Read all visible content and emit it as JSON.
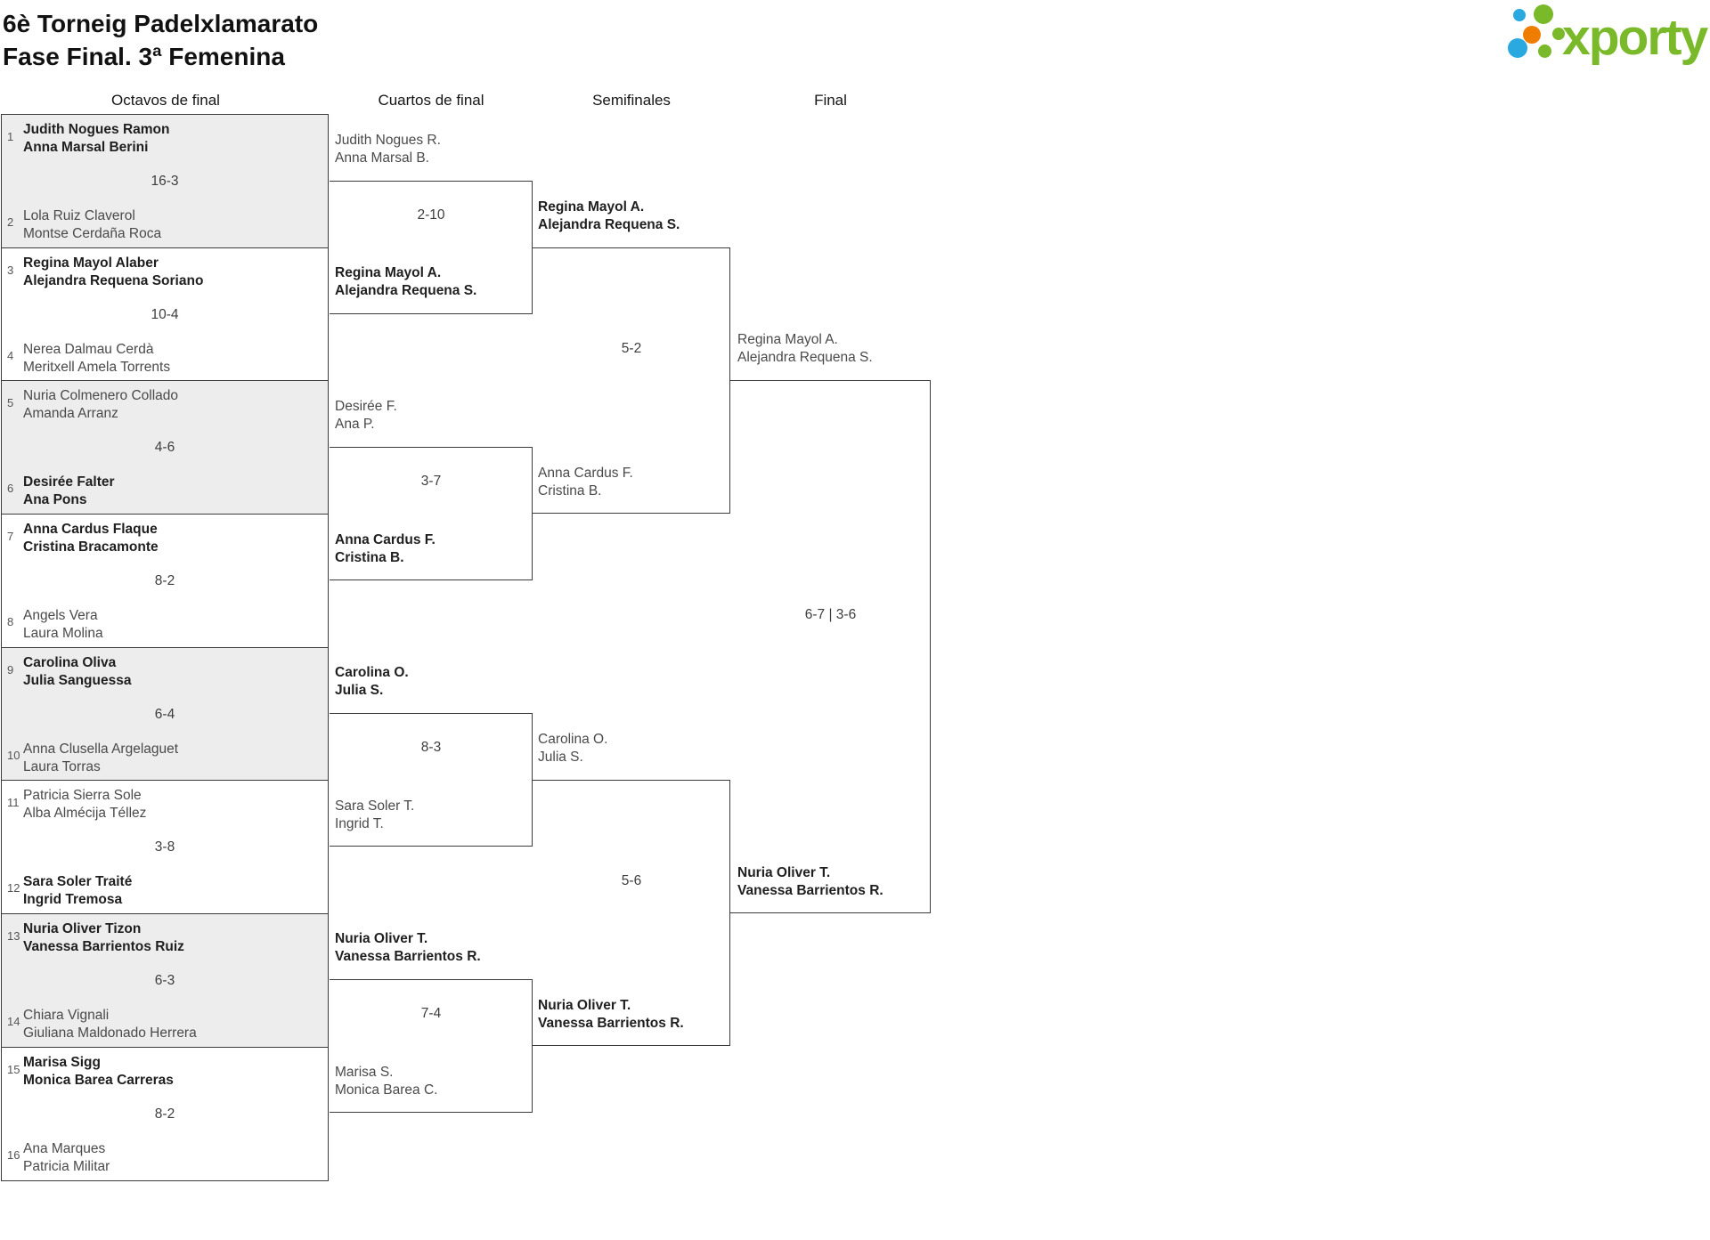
{
  "title": {
    "line1": "6è Torneig Padelxlamarato",
    "line2": "Fase Final. 3ª Femenina"
  },
  "logo": {
    "text": "xporty"
  },
  "colors": {
    "brand_green": "#7ab929",
    "brand_blue": "#2aa9e0",
    "brand_orange": "#ef7d00",
    "line": "#3b3b3b",
    "match_alt_bg": "#ededed",
    "winner_text": "#1f1f1f",
    "loser_text": "#4a4a4a"
  },
  "columns": [
    {
      "label": "Octavos de final"
    },
    {
      "label": "Cuartos de final"
    },
    {
      "label": "Semifinales"
    },
    {
      "label": "Final"
    }
  ],
  "r16": [
    {
      "seed1": "1",
      "t1a": "Judith Nogues Ramon",
      "t1b": "Anna Marsal Berini",
      "seed2": "2",
      "t2a": "Lola Ruiz Claverol",
      "t2b": "Montse Cerdaña Roca",
      "score": "16-3",
      "winner": 1
    },
    {
      "seed1": "3",
      "t1a": "Regina Mayol Alaber",
      "t1b": "Alejandra Requena Soriano",
      "seed2": "4",
      "t2a": "Nerea Dalmau Cerdà",
      "t2b": "Meritxell Amela Torrents",
      "score": "10-4",
      "winner": 1
    },
    {
      "seed1": "5",
      "t1a": "Nuria Colmenero Collado",
      "t1b": "Amanda Arranz",
      "seed2": "6",
      "t2a": "Desirée Falter",
      "t2b": "Ana Pons",
      "score": "4-6",
      "winner": 2
    },
    {
      "seed1": "7",
      "t1a": "Anna Cardus Flaque",
      "t1b": "Cristina Bracamonte",
      "seed2": "8",
      "t2a": "Angels Vera",
      "t2b": "Laura Molina",
      "score": "8-2",
      "winner": 1
    },
    {
      "seed1": "9",
      "t1a": "Carolina Oliva",
      "t1b": "Julia Sanguessa",
      "seed2": "10",
      "t2a": "Anna Clusella Argelaguet",
      "t2b": "Laura Torras",
      "score": "6-4",
      "winner": 1
    },
    {
      "seed1": "11",
      "t1a": "Patricia Sierra Sole",
      "t1b": "Alba Almécija Téllez",
      "seed2": "12",
      "t2a": "Sara Soler Traité",
      "t2b": "Ingrid Tremosa",
      "score": "3-8",
      "winner": 2
    },
    {
      "seed1": "13",
      "t1a": "Nuria Oliver Tizon",
      "t1b": "Vanessa Barrientos Ruiz",
      "seed2": "14",
      "t2a": "Chiara Vignali",
      "t2b": "Giuliana Maldonado Herrera",
      "score": "6-3",
      "winner": 1
    },
    {
      "seed1": "15",
      "t1a": "Marisa Sigg",
      "t1b": "Monica Barea Carreras",
      "seed2": "16",
      "t2a": "Ana Marques",
      "t2b": "Patricia Militar",
      "score": "8-2",
      "winner": 1
    }
  ],
  "quarterfinals": [
    {
      "t1a": "Judith Nogues R.",
      "t1b": "Anna Marsal B.",
      "t2a": "Regina Mayol A.",
      "t2b": "Alejandra Requena S.",
      "score": "2-10",
      "winner": 2
    },
    {
      "t1a": "Desirée F.",
      "t1b": "Ana P.",
      "t2a": "Anna Cardus F.",
      "t2b": "Cristina B.",
      "score": "3-7",
      "winner": 2
    },
    {
      "t1a": "Carolina O.",
      "t1b": "Julia S.",
      "t2a": "Sara Soler T.",
      "t2b": "Ingrid T.",
      "score": "8-3",
      "winner": 1
    },
    {
      "t1a": "Nuria Oliver T.",
      "t1b": "Vanessa Barrientos R.",
      "t2a": "Marisa S.",
      "t2b": "Monica Barea C.",
      "score": "7-4",
      "winner": 1
    }
  ],
  "semifinals": [
    {
      "t1a": "Regina Mayol A.",
      "t1b": "Alejandra Requena S.",
      "t2a": "Anna Cardus F.",
      "t2b": "Cristina B.",
      "score": "5-2",
      "winner": 1
    },
    {
      "t1a": "Carolina O.",
      "t1b": "Julia S.",
      "t2a": "Nuria Oliver T.",
      "t2b": "Vanessa Barrientos R.",
      "score": "5-6",
      "winner": 2
    }
  ],
  "final": {
    "t1a": "Regina Mayol A.",
    "t1b": "Alejandra Requena S.",
    "t2a": "Nuria Oliver T.",
    "t2b": "Vanessa Barrientos R.",
    "score": "6-7 | 3-6",
    "winner": 2
  }
}
